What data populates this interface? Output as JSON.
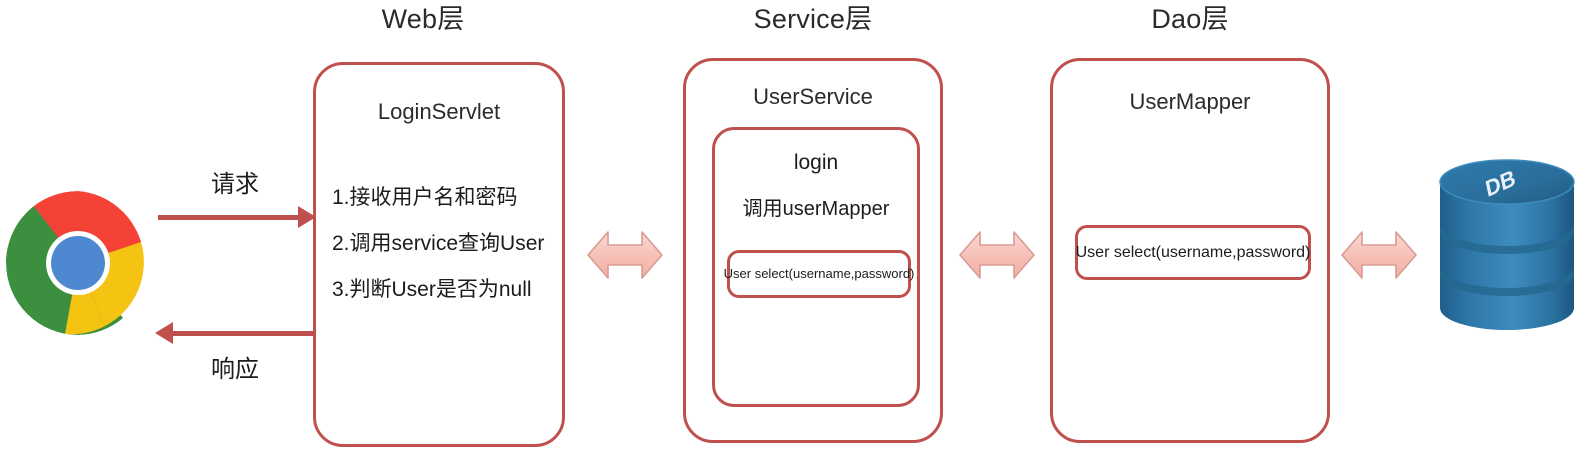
{
  "diagram": {
    "title": "Web/Service/Dao layered login flow",
    "accent_color": "#C0504D",
    "connector_fill": "#F7C3BC",
    "connector_stroke": "#D99B93",
    "db_color": "#2E77A8"
  },
  "headers": [
    {
      "label": "Web层",
      "name": "header-web"
    },
    {
      "label": "Service层",
      "name": "header-service"
    },
    {
      "label": "Dao层",
      "name": "header-dao"
    }
  ],
  "client": {
    "icon": "chrome-browser-icon",
    "label": "Chrome browser"
  },
  "flows": [
    {
      "label": "请求",
      "direction": "right",
      "name": "request"
    },
    {
      "label": "响应",
      "direction": "left",
      "name": "response"
    }
  ],
  "web": {
    "box_title": "LoginServlet",
    "steps": [
      "1.接收用户名和密码",
      "2.调用service查询User",
      "3.判断User是否为null"
    ]
  },
  "service": {
    "box_title": "UserService",
    "method_title": "login",
    "method_sub": "调用userMapper",
    "signature": "User select(username,password)"
  },
  "dao": {
    "box_title": "UserMapper",
    "signature": "User select(username,password)"
  },
  "database": {
    "label": "DB",
    "icon": "database-cylinder-icon"
  },
  "connectors": [
    {
      "name": "connector-web-service",
      "type": "double-headed-arrow"
    },
    {
      "name": "connector-service-dao",
      "type": "double-headed-arrow"
    },
    {
      "name": "connector-dao-db",
      "type": "double-headed-arrow"
    }
  ]
}
